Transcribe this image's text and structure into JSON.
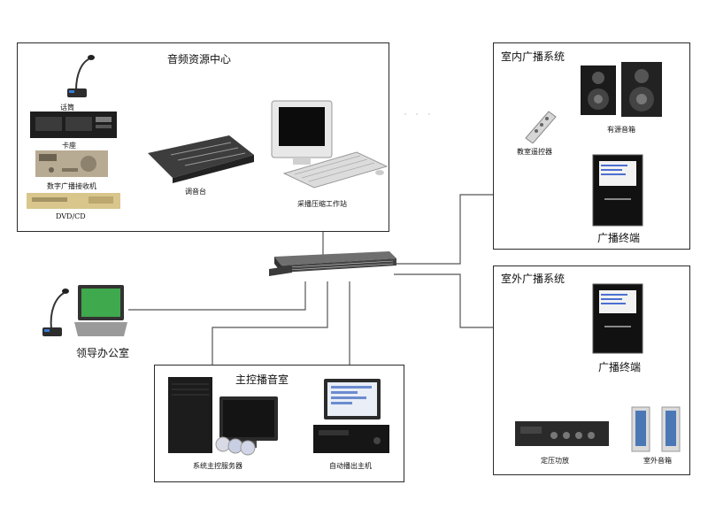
{
  "audio_center": {
    "title": "音频资源中心",
    "microphone": "话筒",
    "cassette": "卡座",
    "digital_receiver": "数字广播接收机",
    "dvd": "DVD/CD",
    "mixer": "调音台",
    "workstation": "采播压缩工作站"
  },
  "indoor": {
    "title": "室内广播系统",
    "remote": "教室遥控器",
    "speakers": "有源音箱",
    "terminal": "广播终端"
  },
  "outdoor": {
    "title": "室外广播系统",
    "terminal": "广播终端",
    "amplifier": "定压功放",
    "speakers": "室外音箱"
  },
  "office": {
    "label": "领导办公室"
  },
  "control_room": {
    "title": "主控播音室",
    "server": "系统主控服务器",
    "auto_host": "自动播出主机"
  }
}
